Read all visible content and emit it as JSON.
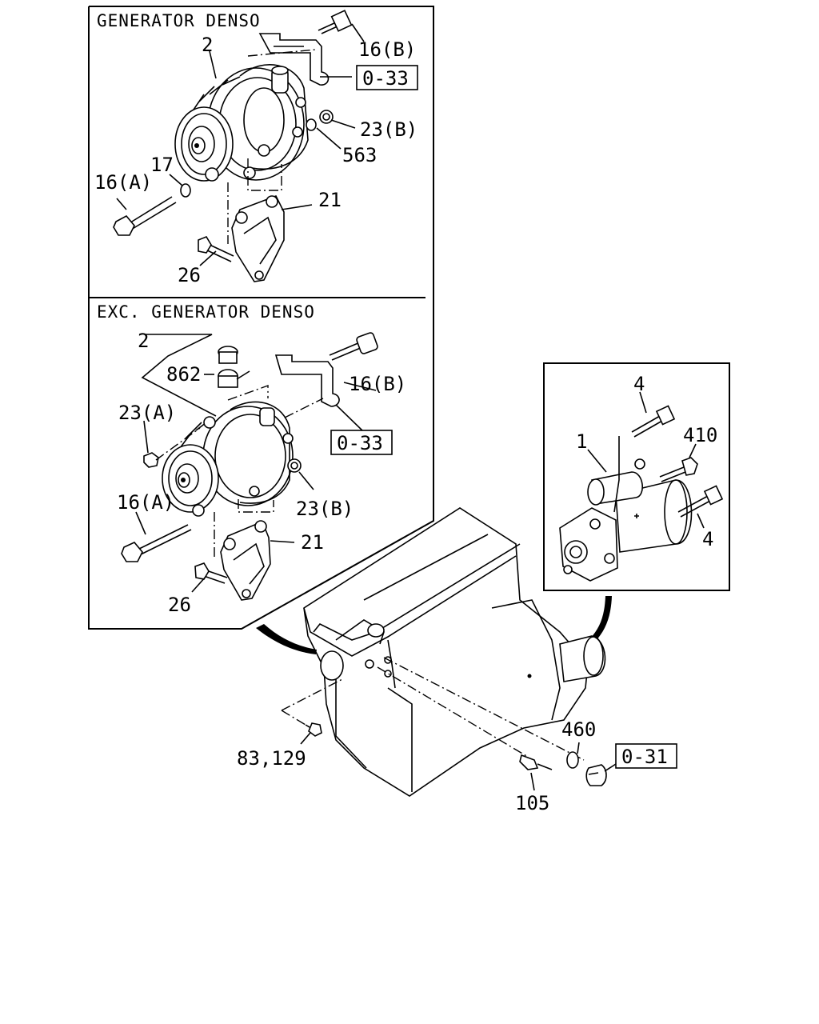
{
  "diagram": {
    "panels": {
      "generator_denso": "GENERATOR DENSO",
      "exc_generator_denso": "EXC. GENERATOR DENSO"
    },
    "callouts": {
      "top": {
        "part_2": "2",
        "part_16b": "16(B)",
        "ref_033": "0-33",
        "part_23b": "23(B)",
        "part_563": "563",
        "part_17": "17",
        "part_16a": "16(A)",
        "part_21": "21",
        "part_26": "26"
      },
      "mid": {
        "part_2": "2",
        "part_862": "862",
        "part_16b": "16(B)",
        "ref_033": "0-33",
        "part_23a": "23(A)",
        "part_23b": "23(B)",
        "part_16a": "16(A)",
        "part_21": "21",
        "part_26": "26"
      },
      "starter": {
        "part_4_top": "4",
        "part_410": "410",
        "part_1": "1",
        "part_4_bottom": "4"
      },
      "engine": {
        "part_460": "460",
        "ref_031": "0-31",
        "part_83_129": "83,129",
        "part_105": "105"
      }
    }
  }
}
